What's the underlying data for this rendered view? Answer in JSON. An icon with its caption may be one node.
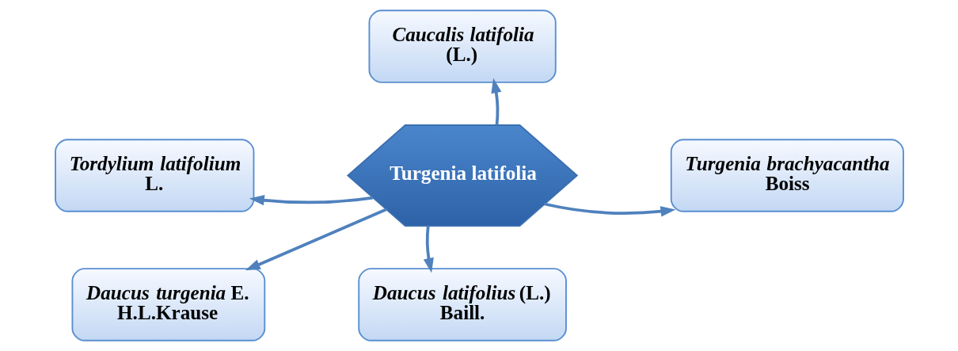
{
  "diagram": {
    "nodes": [
      {
        "text": [
          "Turgenia latifolia"
        ]
      },
      {
        "text": [
          "*Caucalis latifolia* (L.)"
        ]
      },
      {
        "text": [
          "*Tordylium latifolium* L."
        ]
      },
      {
        "text": [
          "*Turgenia brachyacantha* Boiss"
        ]
      },
      {
        "text": [
          "*Daucus turgenia* E. H.L.Krause"
        ]
      },
      {
        "text": [
          "*Daucus latifolius* (L.) Baill."
        ]
      }
    ],
    "edges": [
      {
        "from": 0,
        "to": 1,
        "arrow": "to"
      },
      {
        "from": 0,
        "to": 3,
        "arrow": "to"
      },
      {
        "from": 0,
        "to": 5,
        "arrow": "to"
      },
      {
        "from": 0,
        "to": 4,
        "arrow": "to"
      },
      {
        "from": 0,
        "to": 2,
        "arrow": "to"
      }
    ]
  }
}
